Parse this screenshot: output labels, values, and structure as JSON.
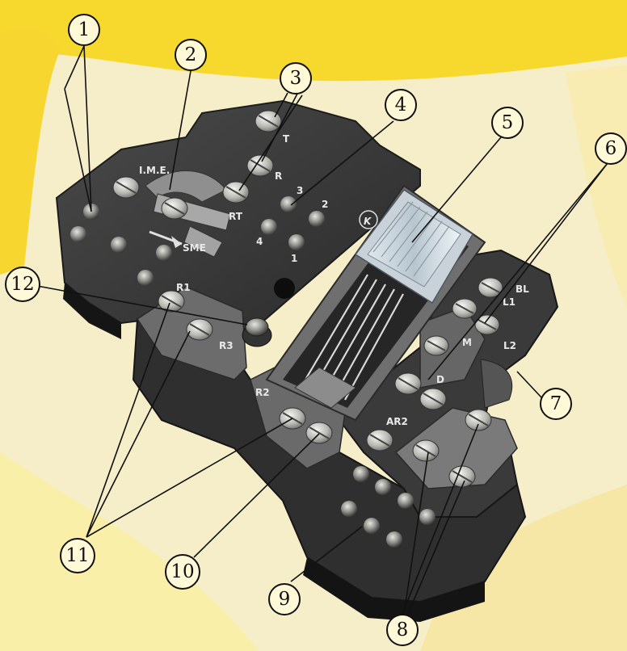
{
  "diagram": {
    "callouts": [
      {
        "id": "1",
        "label": "1"
      },
      {
        "id": "2",
        "label": "2"
      },
      {
        "id": "3",
        "label": "3"
      },
      {
        "id": "4",
        "label": "4"
      },
      {
        "id": "5",
        "label": "5"
      },
      {
        "id": "6",
        "label": "6"
      },
      {
        "id": "7",
        "label": "7"
      },
      {
        "id": "8",
        "label": "8"
      },
      {
        "id": "9",
        "label": "9"
      },
      {
        "id": "10",
        "label": "10"
      },
      {
        "id": "11",
        "label": "11"
      },
      {
        "id": "12",
        "label": "12"
      }
    ],
    "panel_labels": {
      "ime": "I.M.E.",
      "rt": "RT",
      "sme": "SME",
      "t": "T",
      "r": "R",
      "r1": "R1",
      "r2": "R2",
      "r3": "R3",
      "bl": "BL",
      "l1": "L1",
      "l2": "L2",
      "m": "M",
      "d": "D",
      "ar2": "AR2",
      "n3": "3",
      "n2": "2",
      "n4": "4",
      "n1": "1",
      "logo": "K"
    }
  }
}
